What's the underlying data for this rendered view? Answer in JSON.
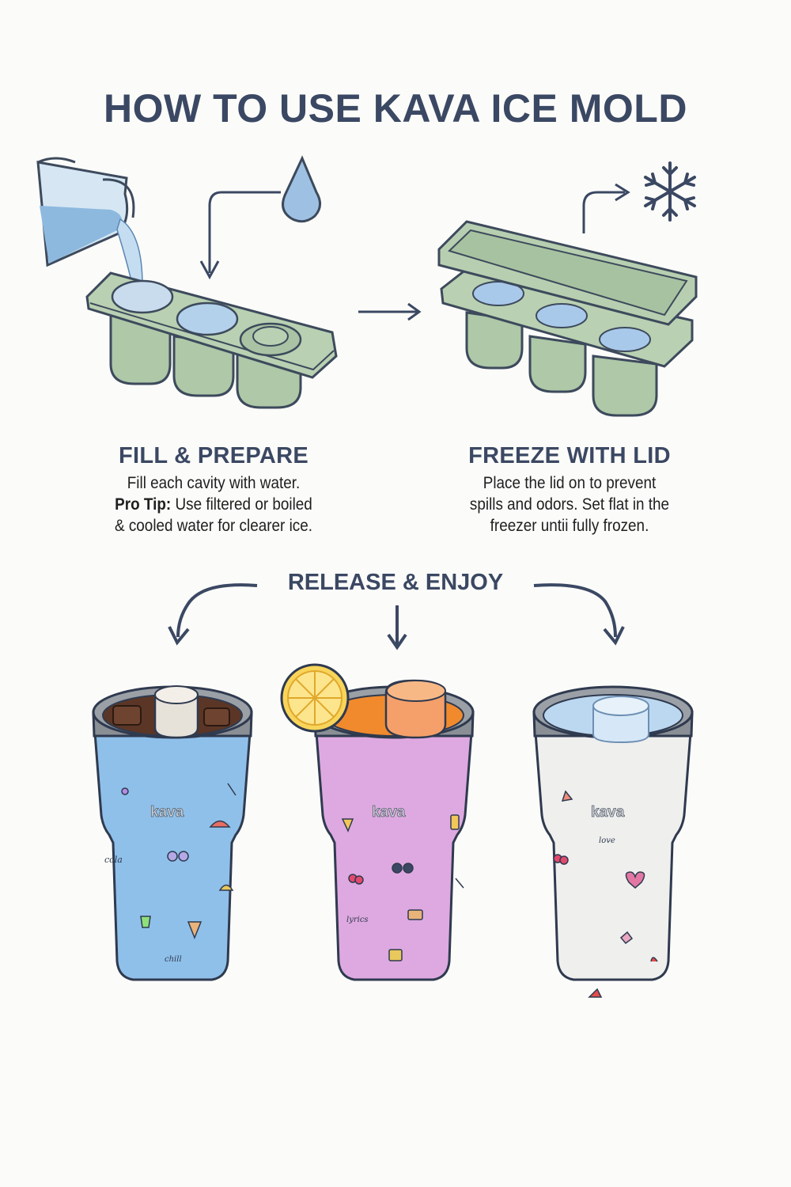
{
  "title": "HOW TO USE KAVA ICE MOLD",
  "steps": [
    {
      "title": "FILL & PREPARE",
      "line1": "Fill each cavity with water.",
      "tip_label": "Pro Tip:",
      "tip_text": " Use filtered or boiled",
      "line3": "& cooled water for clearer ice."
    },
    {
      "title": "FREEZE WITH LID",
      "line1": "Place the lid on to prevent",
      "line2": "spills and odors. Set flat in the",
      "line3": "freezer untii fully frozen."
    }
  ],
  "release": {
    "title": "RELEASE & ENJOY"
  },
  "tumblers": [
    {
      "color": "#8fc0ea",
      "drink": "iced coffee",
      "brand": "kava",
      "doodle_texts": [
        "cola",
        "chill",
        "kava"
      ]
    },
    {
      "color": "#dea9e0",
      "drink": "iced tea with lemon",
      "brand": "kava",
      "doodle_texts": [
        "lyrics"
      ]
    },
    {
      "color": "#efefee",
      "drink": "water",
      "brand": "kava",
      "doodle_texts": [
        "love"
      ]
    }
  ],
  "icons": [
    "water-drop-icon",
    "snowflake-icon",
    "arrow-right-icon"
  ],
  "colors": {
    "heading": "#3b4863",
    "mold_green": "#a9c3a4",
    "water_blue": "#a9cbe8",
    "arrow": "#3b4863"
  }
}
